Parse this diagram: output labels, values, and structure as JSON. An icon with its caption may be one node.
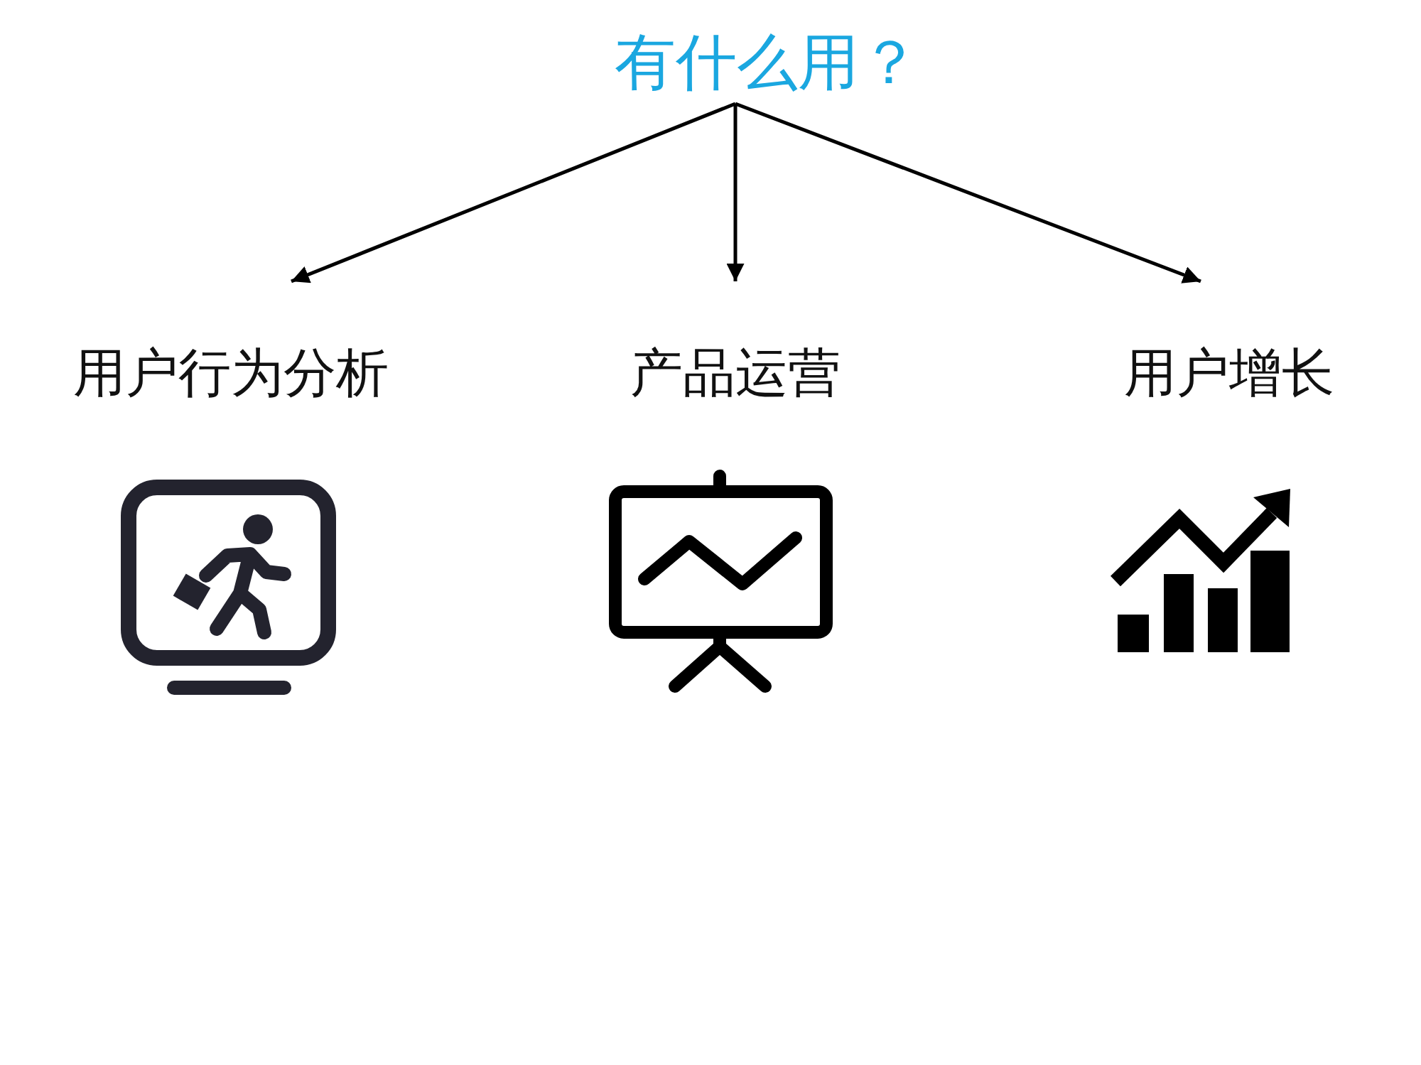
{
  "diagram": {
    "nodes": [
      {
        "text": [
          "有什么用？"
        ]
      },
      {
        "text": [
          "用户行为分析"
        ]
      },
      {
        "text": [
          "产品运营"
        ]
      },
      {
        "text": [
          "用户增长"
        ]
      }
    ],
    "edges": [
      {
        "from": 0,
        "to": 1,
        "arrow": "to"
      },
      {
        "from": 0,
        "to": 2,
        "arrow": "to"
      },
      {
        "from": 0,
        "to": 3,
        "arrow": "to"
      }
    ]
  }
}
